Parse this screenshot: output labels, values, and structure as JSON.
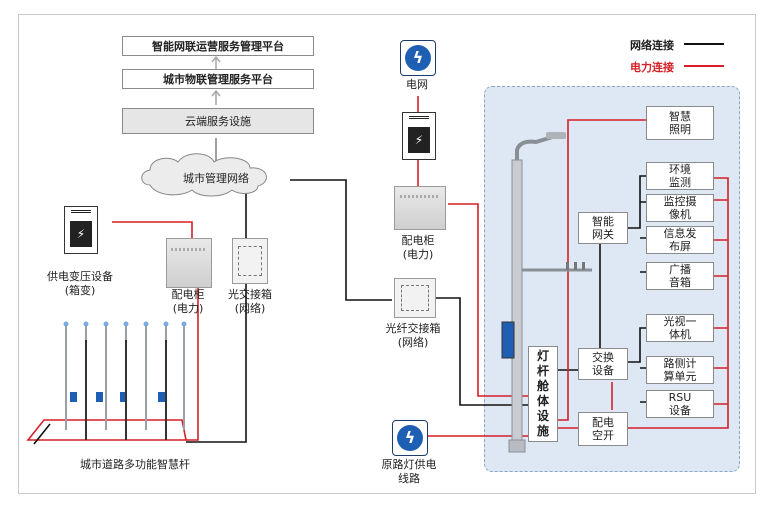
{
  "platform": {
    "smart_ops": "智能网联运营服务管理平台",
    "city_iot": "城市物联管理服务平台",
    "cloud": "云端服务设施"
  },
  "network_cloud": "城市管理网络",
  "left": {
    "transformer": [
      "供电变压设备",
      "(箱变)"
    ],
    "dist_cabinet": [
      "配电柜",
      "(电力)"
    ],
    "fiber_box": [
      "光交接箱",
      "(网络)"
    ],
    "poles_caption": "城市道路多功能智慧杆"
  },
  "middle": {
    "grid": "电网",
    "dist_cabinet": [
      "配电柜",
      "(电力)"
    ],
    "fiber_box": [
      "光纤交接箱",
      "(网络)"
    ],
    "original_supply": [
      "原路灯供电",
      "线路"
    ]
  },
  "legend": {
    "network": "网络连接",
    "power": "电力连接",
    "network_color": "#111111",
    "power_color": "#d61f26"
  },
  "panel": {
    "cabin": [
      "灯",
      "杆",
      "舱",
      "体",
      "设",
      "施"
    ],
    "smart_lighting": [
      "智慧",
      "照明"
    ],
    "smart_gateway": [
      "智能",
      "网关"
    ],
    "switch_device": [
      "交换",
      "设备"
    ],
    "breaker": [
      "配电",
      "空开"
    ],
    "env": [
      "环境",
      "监测"
    ],
    "camera": [
      "监控摄",
      "像机"
    ],
    "info_screen": [
      "信息发",
      "布屏"
    ],
    "speaker": [
      "广播",
      "音箱"
    ],
    "optical": [
      "光视一",
      "体机"
    ],
    "roadside": [
      "路侧计",
      "算单元"
    ],
    "rsu": [
      "RSU",
      "设备"
    ]
  },
  "icons": [
    "power-bolt-icon",
    "transformer-icon",
    "cabinet-icon",
    "fiber-box-icon",
    "street-pole-icon"
  ]
}
